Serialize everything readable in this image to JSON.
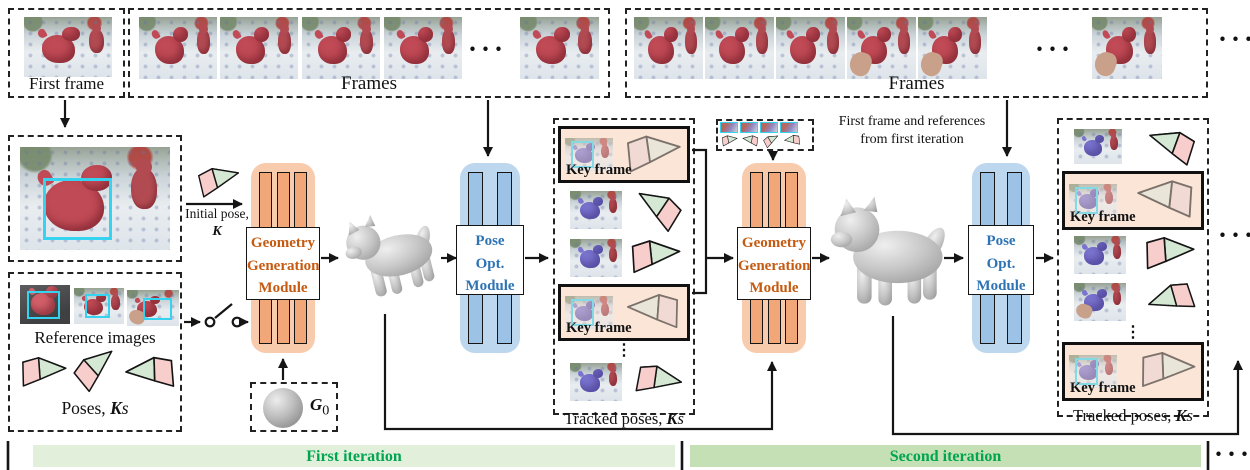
{
  "colors": {
    "orange_module_bg": "#F8CBAD",
    "orange_module_bar": "#F2A778",
    "orange_text": "#C55A11",
    "blue_module_bg": "#BDD7EE",
    "blue_module_bar": "#9CC3E5",
    "blue_text": "#2E74B5",
    "keyframe_bg": "#FBE5D6",
    "cyan_bbox": "#35D3F0",
    "iteration1_bg": "#E2EFDA",
    "iteration2_bg": "#C5E0B4",
    "iteration_text": "#00A550",
    "frustum_pink": "#F8CECC",
    "frustum_green": "#D5E8D4",
    "frustum_blue": "#DAE8FC"
  },
  "first_frame": {
    "label": "First frame"
  },
  "frames_strip_1": {
    "label": "Frames",
    "thumbs_before_ellipsis": 4,
    "thumbs_after_ellipsis": 1,
    "ellipsis": "···"
  },
  "frames_strip_2": {
    "label": "Frames",
    "thumbs_before_ellipsis": 5,
    "thumbs_after_ellipsis": 1,
    "ellipsis": "···"
  },
  "references": {
    "images_label": "Reference images",
    "image_count": 3,
    "poses_prefix": "Poses, ",
    "poses_k": "K",
    "poses_suffix": "s",
    "pose_count": 3
  },
  "initial_pose": {
    "line1": "Initial pose,",
    "symbol": "K"
  },
  "geometry_module": {
    "line1": "Geometry",
    "line2": "Generation",
    "line3": "Module"
  },
  "pose_module": {
    "line1": "Pose",
    "line2": "Opt.",
    "line3": "Module"
  },
  "g0": {
    "symbol": "G",
    "subscript": "0"
  },
  "tracked_1": {
    "rows": [
      {
        "type": "key",
        "label": "Key frame"
      },
      {
        "type": "frame"
      },
      {
        "type": "frame"
      },
      {
        "type": "key",
        "label": "Key frame"
      },
      {
        "type": "dots",
        "glyph": "⋮"
      },
      {
        "type": "frame"
      }
    ],
    "label_prefix": "Tracked poses, ",
    "label_k": "K",
    "label_suffix": "s"
  },
  "ref_note": {
    "line1": "First frame and references",
    "line2": "from first iteration",
    "image_count": 4,
    "pose_count": 4
  },
  "tracked_2": {
    "rows": [
      {
        "type": "frame"
      },
      {
        "type": "key",
        "label": "Key frame"
      },
      {
        "type": "frame"
      },
      {
        "type": "frame"
      },
      {
        "type": "dots",
        "glyph": "⋮"
      },
      {
        "type": "key",
        "label": "Key frame"
      }
    ],
    "label_prefix": "Tracked poses, ",
    "label_k": "K",
    "label_suffix": "s"
  },
  "iterations": {
    "first": "First iteration",
    "second": "Second iteration"
  },
  "ellipses": {
    "top_right": "···",
    "mid_right": "···",
    "bottom_right": "···"
  }
}
